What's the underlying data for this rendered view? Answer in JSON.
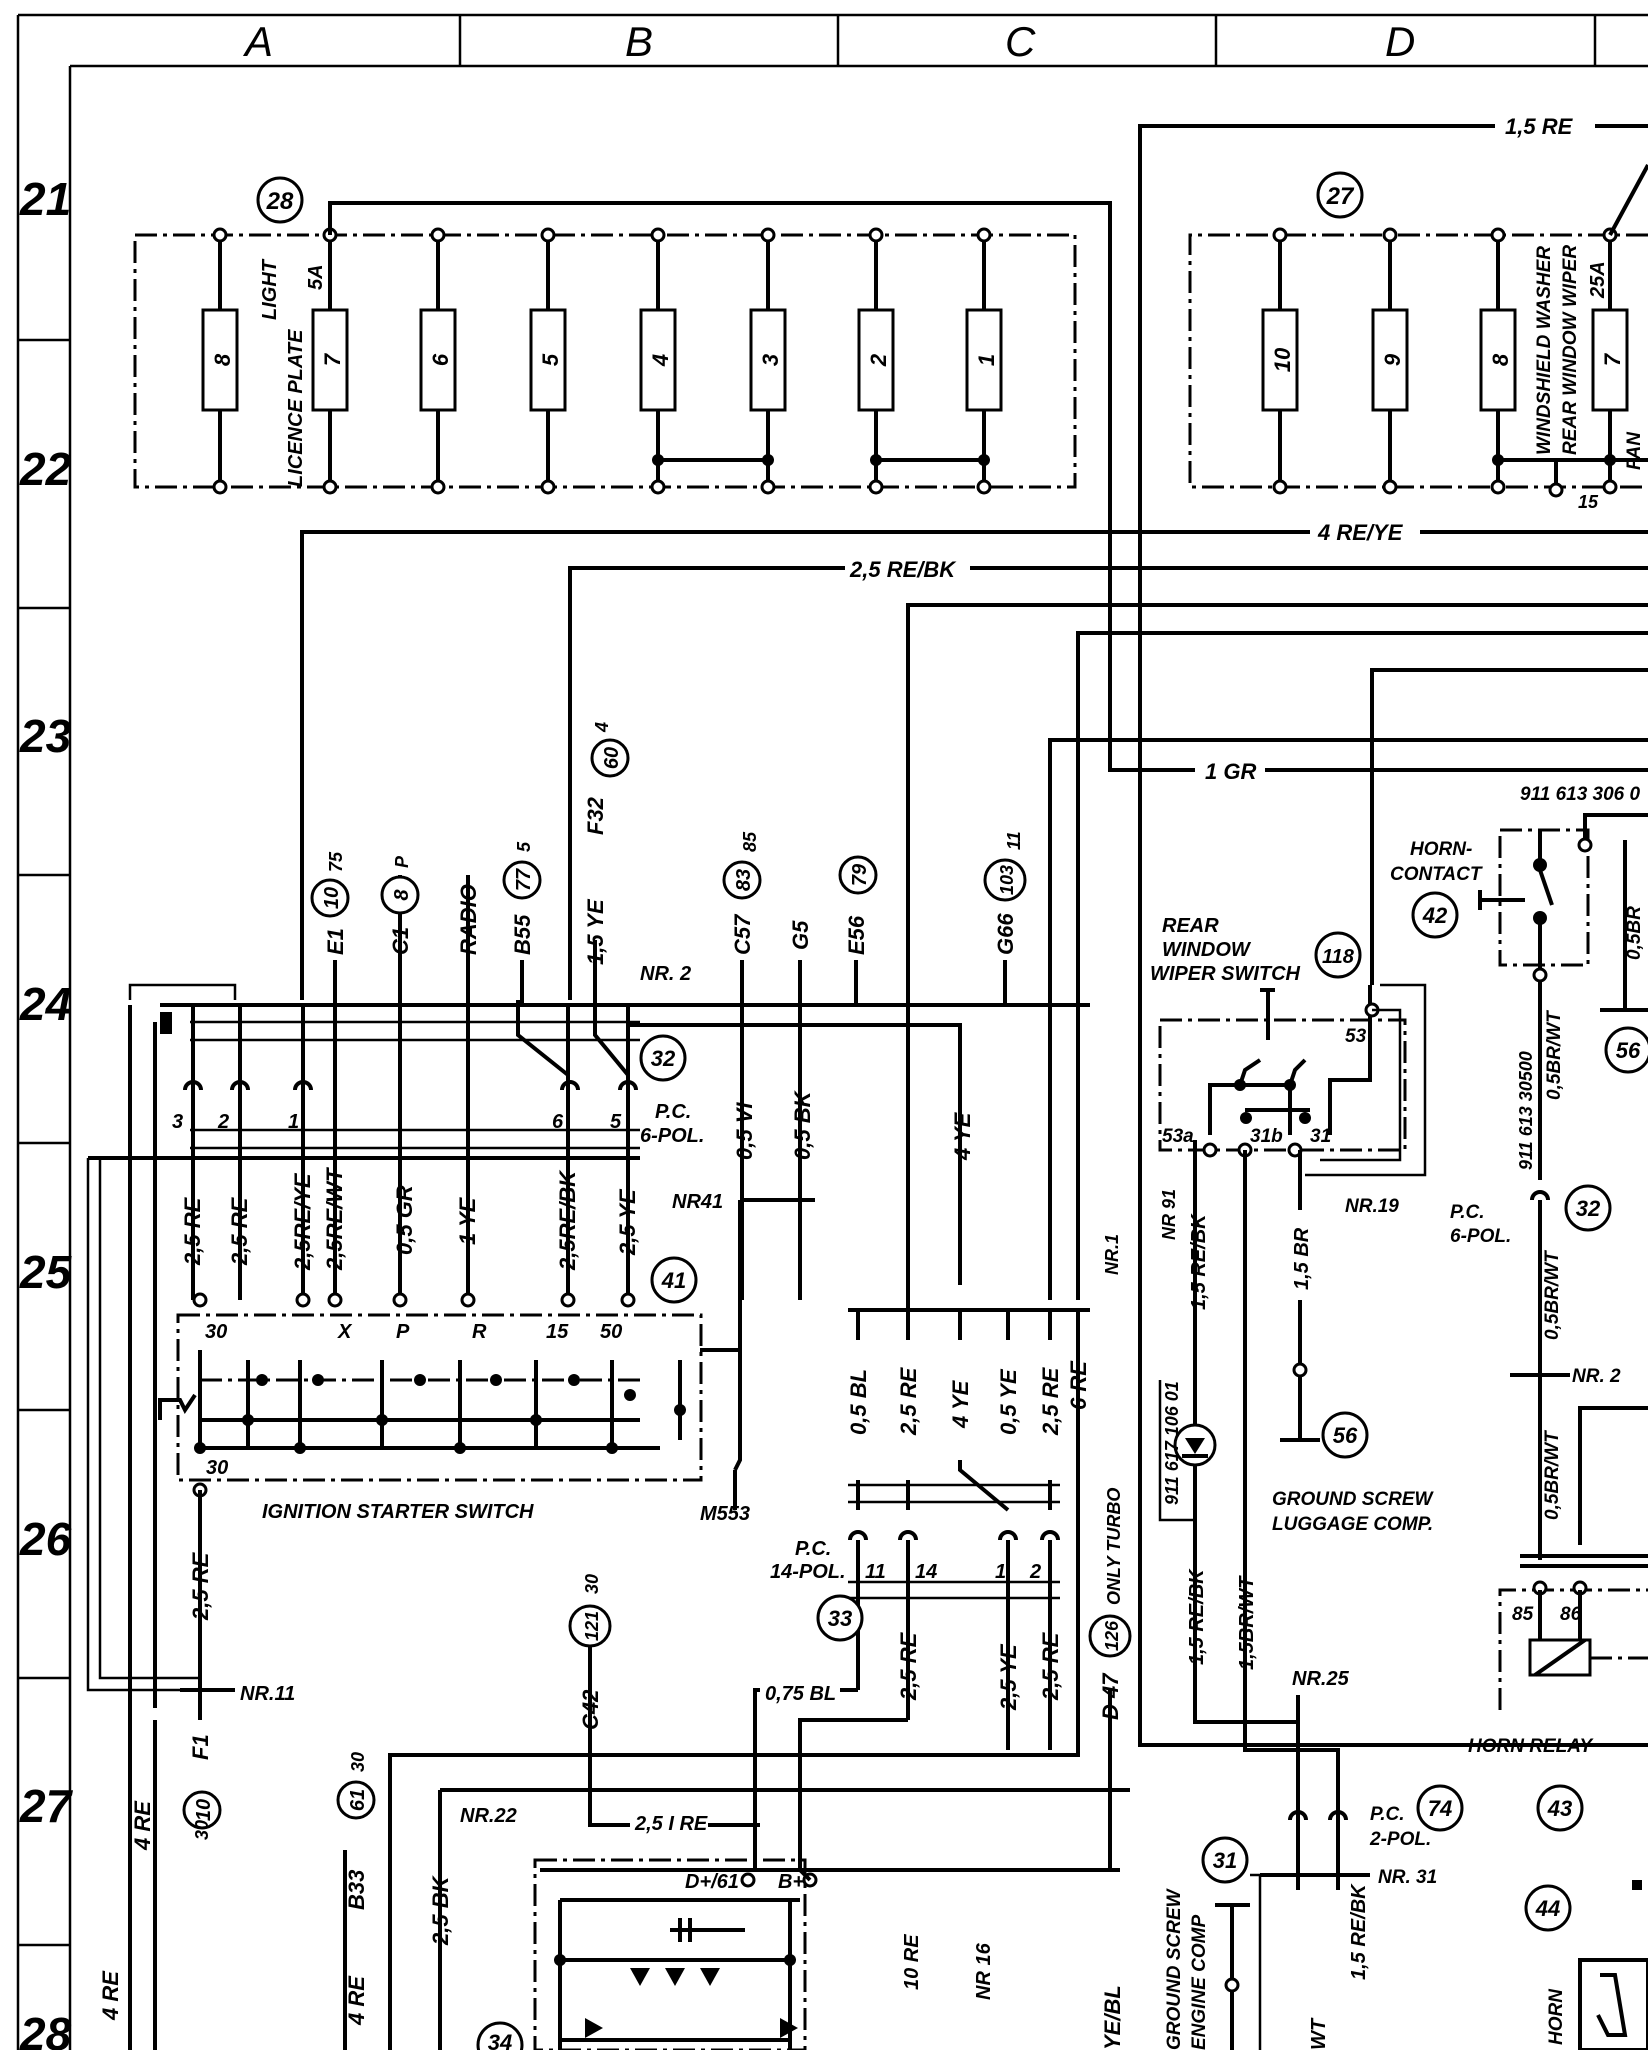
{
  "columns": [
    "A",
    "B",
    "C",
    "D"
  ],
  "rows": [
    "21",
    "22",
    "23",
    "24",
    "25",
    "26",
    "27",
    "28"
  ],
  "fuse_box_left": {
    "ref": "28",
    "fuses": [
      "8",
      "7",
      "6",
      "5",
      "4",
      "3",
      "2",
      "1"
    ],
    "amp_label": "5A",
    "fuse7_label_1": "LIGHT",
    "fuse7_label_2": "LICENCE PLATE"
  },
  "fuse_box_right": {
    "ref": "27",
    "fuses": [
      "10",
      "9",
      "8",
      "7"
    ],
    "amp_label": "25A",
    "fuse7_label_1": "WINDSHIELD WASHER",
    "fuse7_label_2": "REAR WINDOW WIPER",
    "terminal": "15",
    "edge_text": "FAN"
  },
  "wires": {
    "top_right": "1,5 RE",
    "re_ye": "4 RE/YE",
    "re_bk": "2,5 RE/BK",
    "gr": "1 GR",
    "nr2": "NR. 2",
    "nr41": "NR41",
    "nr1": "NR.1",
    "nr11": "NR.11",
    "nr22": "NR.22",
    "nr25": "NR.25",
    "nr31": "NR. 31",
    "nr19": "NR.19",
    "nr91": "NR 91",
    "nr2b": "NR. 2",
    "nr16": "NR 16",
    "bl075": "0,75 BL",
    "re25_bottom": "2,5 I RE",
    "re10": "10 RE",
    "bk25": "2,5 BK",
    "re4a": "4 RE",
    "re4b": "4 RE",
    "re4c": "4 RE",
    "ye_bl": "YE/BL",
    "wt": "WT"
  },
  "connector_32": {
    "ref": "32",
    "label_1": "P.C.",
    "label_2": "6-POL.",
    "pins": [
      "3",
      "2",
      "1",
      "6",
      "5"
    ],
    "wires": [
      "2,5 RE",
      "2,5 RE",
      "2,5RE/YE",
      "2,5RE/WT",
      "0,5 GR",
      "1 YE",
      "2,5RE/BK",
      "2,5 YE"
    ]
  },
  "top_outputs": [
    {
      "code": "E1",
      "ref": "10",
      "sub": "75"
    },
    {
      "code": "C1",
      "ref": "8",
      "sub": "P"
    },
    {
      "code": "RADIO",
      "ref": "",
      "sub": ""
    },
    {
      "code": "B55",
      "ref": "77",
      "sub": "5"
    },
    {
      "code": "1,5 YE",
      "ref": "",
      "sub": ""
    },
    {
      "code": "F32",
      "ref": "60",
      "sub": "4"
    },
    {
      "code": "C57",
      "ref": "83",
      "sub": "85"
    },
    {
      "code": "G5",
      "ref": "",
      "sub": ""
    },
    {
      "code": "E56",
      "ref": "79",
      "sub": ""
    },
    {
      "code": "G66",
      "ref": "103",
      "sub": "11"
    }
  ],
  "mid_wires": [
    "0,5 VI",
    "0,5 BK",
    "4 YE"
  ],
  "ignition": {
    "ref": "41",
    "label": "IGNITION STARTER SWITCH",
    "terminals": [
      "30",
      "X",
      "P",
      "R",
      "15",
      "50"
    ],
    "bottom_terminal": "30",
    "m553": "M553"
  },
  "connector_33": {
    "ref": "33",
    "label_1": "P.C.",
    "label_2": "14-POL.",
    "pins": [
      "11",
      "14",
      "1",
      "2"
    ],
    "wires_top": [
      "0,5 BL",
      "2,5 RE",
      "4 YE",
      "0,5 YE",
      "2,5 RE",
      "6 RE"
    ],
    "wires_bottom": [
      "2,5 RE",
      "2,5 YE",
      "2,5 RE"
    ]
  },
  "bottom_outputs": [
    {
      "code": "F1",
      "ref": "10",
      "sub": "30"
    },
    {
      "code": "B33",
      "ref": "61",
      "sub": "30"
    },
    {
      "code": "C42",
      "ref": "121",
      "sub": "30"
    },
    {
      "code": "D 47",
      "ref": "126",
      "sub": "ONLY TURBO"
    }
  ],
  "alternator": {
    "ref": "34",
    "d61": "D+/61",
    "bplus": "B+"
  },
  "wiper_switch": {
    "ref": "118",
    "label_1": "REAR",
    "label_2": "WINDOW",
    "label_3": "WIPER SWITCH",
    "terminals": [
      "53a",
      "31b",
      "31",
      "53"
    ]
  },
  "wiper_wires": [
    "1,5 RE/BK",
    "1,5 BR",
    "1,5 RE/BK",
    "1,5BR/WT",
    "1,5 RE/BK"
  ],
  "diode_label": "911 617 106 01",
  "ground_56": {
    "ref": "56",
    "label_1": "GROUND SCREW",
    "label_2": "LUGGAGE COMP."
  },
  "ground_31": {
    "ref": "31",
    "label_1": "GROUND SCREW",
    "label_2": "ENGINE COMP"
  },
  "connector_74": {
    "ref": "74",
    "label_1": "P.C.",
    "label_2": "2-POL."
  },
  "horn": {
    "part_top": "911 613 306 0",
    "contact_label_1": "HORN-",
    "contact_label_2": "CONTACT",
    "contact_ref": "42",
    "wire_1": "0,5BR",
    "wire_2": "0,5BR/WT",
    "part_mid": "911 613 30500",
    "conn_ref": "32",
    "conn_label_1": "P.C.",
    "conn_label_2": "6-POL.",
    "ground_ref": "56",
    "relay_label": "HORN RELAY",
    "relay_ref": "43",
    "relay_pins": [
      "85",
      "86"
    ],
    "horn_ref": "44",
    "horn_label": "HORN"
  }
}
